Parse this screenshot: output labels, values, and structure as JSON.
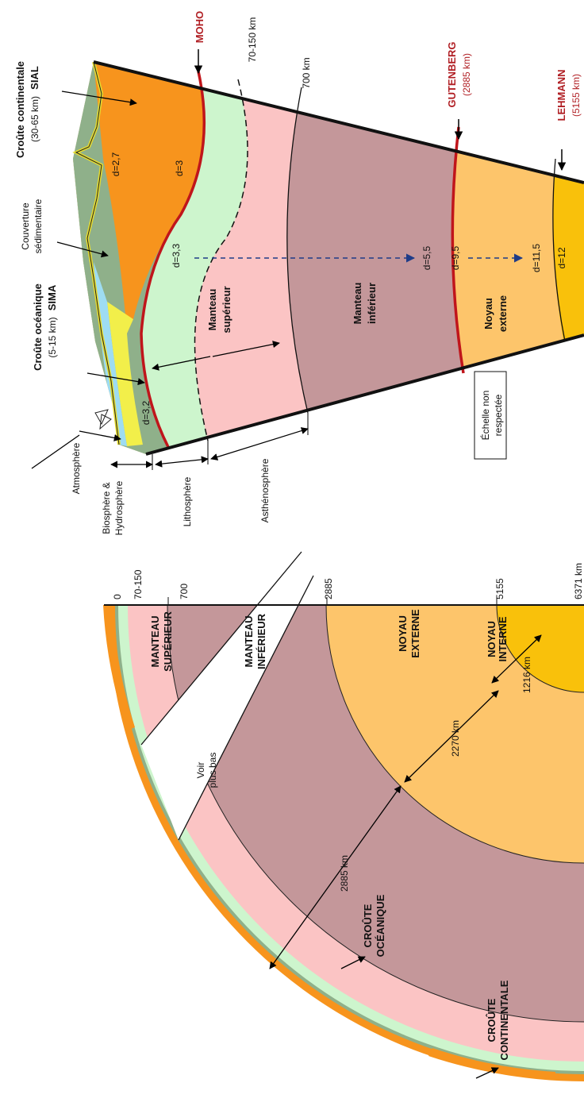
{
  "colors": {
    "continental_crust": "#f7941d",
    "oceanic_crust": "#8fb08a",
    "sediment": "#f2ef4a",
    "hydrosphere": "#9edcf2",
    "lithosphere_mantle": "#cdf5cd",
    "upper_mantle": "#fbc4c4",
    "lower_mantle": "#c4979a",
    "outer_core": "#fdc56b",
    "inner_core": "#f9c10b",
    "discontinuity": "#c0151b"
  },
  "upper": {
    "labels": {
      "crust_cont_1": "Croûte continentale",
      "crust_cont_2": "(30-65 km)",
      "crust_cont_3": "SIAL",
      "cover_1": "Couverture",
      "cover_2": "sédimentaire",
      "crust_oc_1": "Croûte océanique",
      "crust_oc_2": "(5-15 km)",
      "crust_oc_3": "SIMA",
      "atmosphere": "Atmosphère",
      "bio_1": "Biosphère &",
      "bio_2": "Hydrosphère",
      "lithosphere": "Lithosphère",
      "asthenosphere": "Asthénosphère",
      "moho": "MOHO",
      "depth_70_150": "70-150 km",
      "depth_700": "700 km",
      "gutenberg": "GUTENBERG",
      "gutenberg_depth": "(2885 km)",
      "lehmann": "LEHMANN",
      "lehmann_depth": "(5155 km)",
      "manteau_sup_1": "Manteau",
      "manteau_sup_2": "supérieur",
      "manteau_inf_1": "Manteau",
      "manteau_inf_2": "inférieur",
      "noyau_ext_1": "Noyau",
      "noyau_ext_2": "externe",
      "scale_1": "Échelle non",
      "scale_2": "respectée"
    },
    "densities": {
      "d_sial_top": "d=2,7",
      "d_sial": "d=3",
      "d_sima": "d=3,2",
      "d_litho": "d=3,3",
      "d_lower": "d=5,5",
      "d_outer_top": "d=9,5",
      "d_outer": "d=11,5",
      "d_inner": "d=12"
    }
  },
  "lower": {
    "depths": [
      "0",
      "70-150",
      "700",
      "2885",
      "5155",
      "6371 km"
    ],
    "labels": {
      "manteau_sup_1": "MANTEAU",
      "manteau_sup_2": "SUPÉRIEUR",
      "manteau_inf_1": "MANTEAU",
      "manteau_inf_2": "INFÉRIEUR",
      "noyau_ext_1": "NOYAU",
      "noyau_ext_2": "EXTERNE",
      "noyau_int_1": "NOYAU",
      "noyau_int_2": "INTERNE",
      "r_inner": "1216 km",
      "r_outer": "2270 km",
      "r_mantle": "2885 km",
      "voir_1": "Voir",
      "voir_2": "plus bas",
      "crust_oc_1": "CROÛTE",
      "crust_oc_2": "OCÉANIQUE",
      "crust_cont_1": "CROÛTE",
      "crust_cont_2": "CONTINENTALE"
    }
  }
}
